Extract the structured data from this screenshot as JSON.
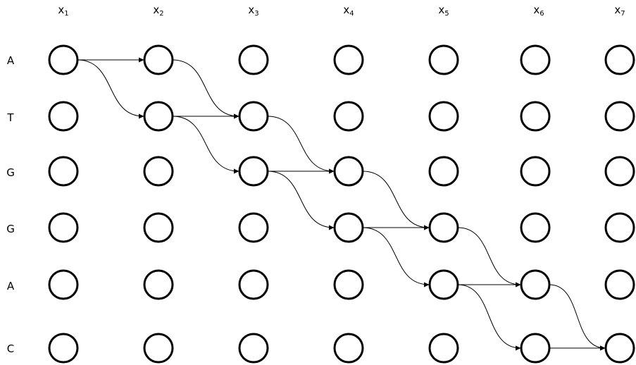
{
  "columns": [
    {
      "base": "x",
      "sub": "1"
    },
    {
      "base": "x",
      "sub": "2"
    },
    {
      "base": "x",
      "sub": "3"
    },
    {
      "base": "x",
      "sub": "4"
    },
    {
      "base": "x",
      "sub": "5"
    },
    {
      "base": "x",
      "sub": "6"
    },
    {
      "base": "x",
      "sub": "7"
    }
  ],
  "rows": [
    "A",
    "T",
    "G",
    "G",
    "A",
    "C"
  ],
  "edges": [
    {
      "from": [
        0,
        0
      ],
      "to": [
        1,
        0
      ]
    },
    {
      "from": [
        0,
        0
      ],
      "to": [
        1,
        1
      ]
    },
    {
      "from": [
        1,
        0
      ],
      "to": [
        2,
        1
      ]
    },
    {
      "from": [
        1,
        1
      ],
      "to": [
        2,
        1
      ]
    },
    {
      "from": [
        1,
        1
      ],
      "to": [
        2,
        2
      ]
    },
    {
      "from": [
        2,
        1
      ],
      "to": [
        3,
        2
      ]
    },
    {
      "from": [
        2,
        2
      ],
      "to": [
        3,
        2
      ]
    },
    {
      "from": [
        2,
        2
      ],
      "to": [
        3,
        3
      ]
    },
    {
      "from": [
        3,
        2
      ],
      "to": [
        4,
        3
      ]
    },
    {
      "from": [
        3,
        3
      ],
      "to": [
        4,
        3
      ]
    },
    {
      "from": [
        3,
        3
      ],
      "to": [
        4,
        4
      ]
    },
    {
      "from": [
        4,
        3
      ],
      "to": [
        5,
        4
      ]
    },
    {
      "from": [
        4,
        4
      ],
      "to": [
        5,
        4
      ]
    },
    {
      "from": [
        4,
        4
      ],
      "to": [
        5,
        5
      ]
    },
    {
      "from": [
        5,
        4
      ],
      "to": [
        6,
        5
      ]
    },
    {
      "from": [
        5,
        5
      ],
      "to": [
        6,
        5
      ]
    }
  ],
  "colors": {
    "stroke": "#000000",
    "background": "#ffffff"
  }
}
